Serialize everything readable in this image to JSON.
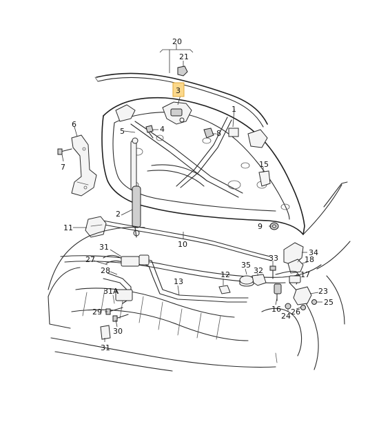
{
  "callouts": {
    "c1": "1",
    "c2": "2",
    "c3": "3",
    "c4": "4",
    "c5": "5",
    "c6": "6",
    "c7": "7",
    "c8": "8",
    "c9": "9",
    "c10": "10",
    "c11": "11",
    "c12": "12",
    "c13": "13",
    "c15": "15",
    "c16": "16",
    "c17": "17",
    "c18": "18",
    "c20": "20",
    "c21": "21",
    "c23": "23",
    "c24": "24",
    "c25": "25",
    "c26": "26",
    "c27": "27",
    "c28": "28",
    "c29": "29",
    "c30": "30",
    "c31": "31",
    "c31a": "31A",
    "c31b": "31",
    "c32": "32",
    "c33": "33",
    "c34": "34",
    "c35": "35"
  },
  "highlight": {
    "callout_key": "c3",
    "color": "#fbd88b"
  }
}
